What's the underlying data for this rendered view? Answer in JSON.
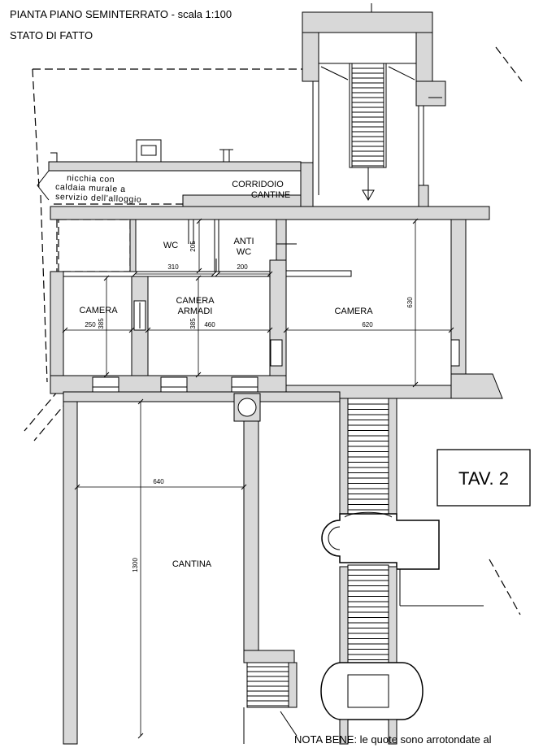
{
  "header": {
    "title": "PIANTA PIANO SEMINTERRATO - scala 1:100",
    "subtitle": "STATO DI FATTO"
  },
  "rooms": {
    "niche": [
      "nicchia con",
      "caldaia murale a",
      "servizio dell'alloggio"
    ],
    "corridor": [
      "CORRIDOIO",
      "CANTINE"
    ],
    "wc": "WC",
    "anti_wc": [
      "ANTI",
      "WC"
    ],
    "camera_left": "CAMERA",
    "camera_armadi": [
      "CAMERA",
      "ARMADI"
    ],
    "camera_right": "CAMERA",
    "cantina": "CANTINA"
  },
  "dimensions": {
    "wc_height": "205",
    "wc_width": "310",
    "anti_wc_width": "200",
    "camera_left_width": "250",
    "camera_left_depth": "385",
    "camera_armadi_depth": "385",
    "camera_armadi_width": "460",
    "camera_right_width": "620",
    "camera_right_depth": "630",
    "cantina_width": "640",
    "cantina_length": "1300"
  },
  "sheet": {
    "label": "TAV. 2"
  },
  "note": "NOTA BENE: le quote sono arrotondate al",
  "colors": {
    "wall_fill": "#d8d8d8",
    "line": "#000000"
  }
}
